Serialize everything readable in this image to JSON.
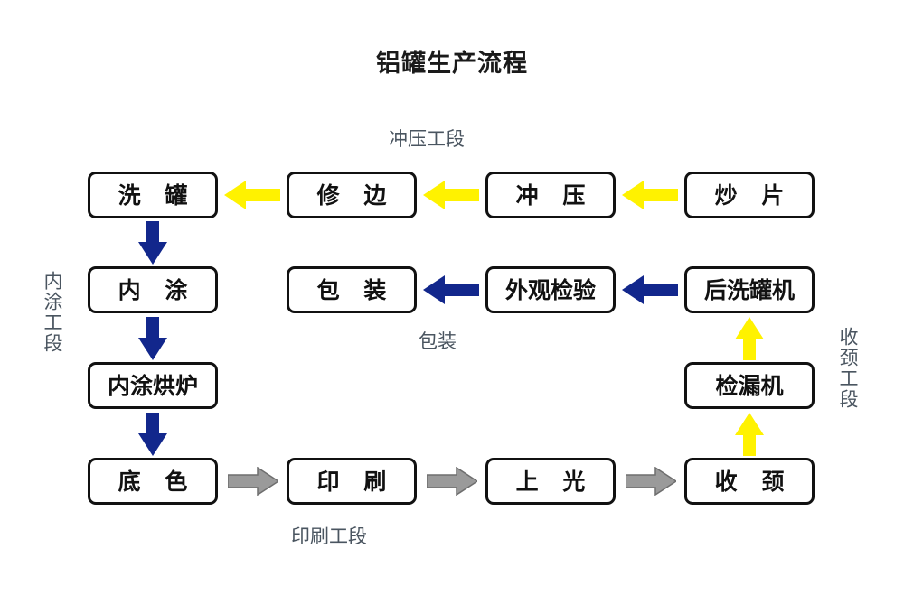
{
  "title": "铝罐生产流程",
  "colors": {
    "yellow_arrow": "#FFF200",
    "blue_arrow": "#12278C",
    "gray_arrow": "#9A9A9A",
    "gray_arrow_outline": "#6E6E6E",
    "node_border": "#111111",
    "node_text": "#111111",
    "label_text": "#4A5560",
    "background": "#FFFFFF"
  },
  "section_labels": {
    "stamping": "冲压工段",
    "packaging": "包装",
    "printing": "印刷工段",
    "inner_coating": "内涂工段",
    "necking": "收颈工段"
  },
  "nodes": {
    "wash_can": "洗 罐",
    "trim": "修 边",
    "stamp": "冲 压",
    "cup_blank": "炒 片",
    "inner_coat": "内 涂",
    "packing": "包 装",
    "visual_inspection": "外观检验",
    "post_washer": "后洗罐机",
    "inner_coat_oven": "内涂烘炉",
    "leak_tester": "检漏机",
    "base_color": "底 色",
    "printing": "印 刷",
    "varnish": "上 光",
    "necking": "收 颈"
  },
  "flow": {
    "type": "process-flowchart",
    "sections": [
      {
        "name": "冲压工段",
        "arrow_color": "#FFF200",
        "steps": [
          "炒 片",
          "冲 压",
          "修 边",
          "洗 罐"
        ]
      },
      {
        "name": "内涂工段",
        "arrow_color": "#12278C",
        "steps": [
          "洗 罐",
          "内 涂",
          "内涂烘炉",
          "底 色"
        ]
      },
      {
        "name": "印刷工段",
        "arrow_color": "#9A9A9A",
        "steps": [
          "底 色",
          "印 刷",
          "上 光",
          "收 颈"
        ]
      },
      {
        "name": "收颈工段",
        "arrow_color": "#FFF200",
        "steps": [
          "收 颈",
          "检漏机",
          "后洗罐机"
        ]
      },
      {
        "name": "包装",
        "arrow_color": "#12278C",
        "steps": [
          "后洗罐机",
          "外观检验",
          "包 装"
        ]
      }
    ]
  }
}
